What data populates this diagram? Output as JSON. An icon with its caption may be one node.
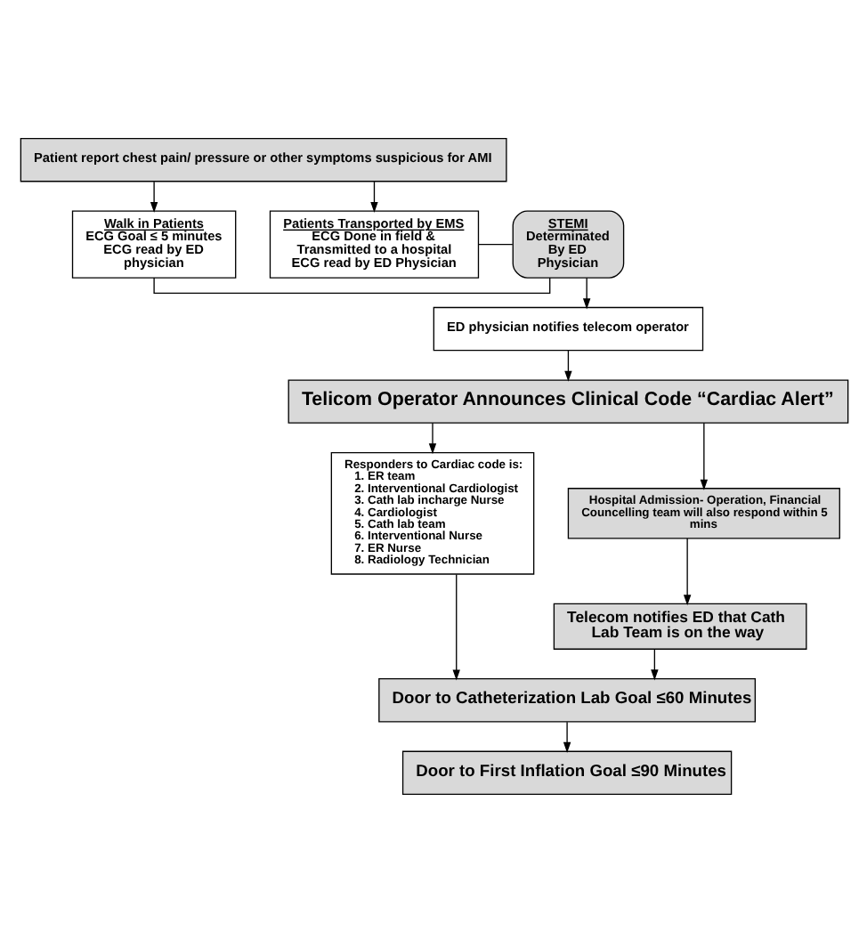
{
  "diagram": {
    "nodes": [
      {
        "text": [
          "Patient report chest pain/ pressure or other symptoms suspicious for AMI"
        ]
      },
      {
        "text": [
          "Walk in Patients",
          "ECG Goal ≤ 5 minutes",
          "ECG read by ED physician"
        ]
      },
      {
        "text": [
          "Patients Transported by EMS",
          "ECG Done in field & Transmitted to a hospital",
          "ECG read by ED Physician"
        ]
      },
      {
        "text": [
          "STEMI",
          "Determinated By ED Physician"
        ]
      },
      {
        "text": [
          "ED physician notifies telecom operator"
        ]
      },
      {
        "text": [
          "Telicom Operator Announces Clinical Code “Cardiac Alert”"
        ]
      },
      {
        "text": [
          "Responders to Cardiac code is:",
          "1. ER team",
          "2. Interventional Cardiologist",
          "3. Cath lab incharge Nurse",
          "4. Cardiologist",
          "5. Cath lab team",
          "6. Interventional Nurse",
          "7. ER Nurse",
          "8. Radiology Technician"
        ]
      },
      {
        "text": [
          "Hospital Admission- Operation, Financial Councelling team will also respond within 5 mins"
        ]
      },
      {
        "text": [
          "Telecom notifies ED that Cath Lab Team is on the way"
        ]
      },
      {
        "text": [
          "Door to Catheterization Lab Goal ≤60 Minutes"
        ]
      },
      {
        "text": [
          "Door to First Inflation Goal ≤90 Minutes"
        ]
      }
    ],
    "edges": [
      {
        "from": 0,
        "to": 1,
        "arrow": "to"
      },
      {
        "from": 0,
        "to": 2,
        "arrow": "to"
      },
      {
        "from": 1,
        "to": 3,
        "arrow": "none"
      },
      {
        "from": 2,
        "to": 3,
        "arrow": "none"
      },
      {
        "from": 3,
        "to": 4,
        "arrow": "to"
      },
      {
        "from": 4,
        "to": 5,
        "arrow": "to"
      },
      {
        "from": 5,
        "to": 6,
        "arrow": "to"
      },
      {
        "from": 5,
        "to": 7,
        "arrow": "to"
      },
      {
        "from": 7,
        "to": 8,
        "arrow": "to"
      },
      {
        "from": 6,
        "to": 9,
        "arrow": "to"
      },
      {
        "from": 8,
        "to": 9,
        "arrow": "to"
      },
      {
        "from": 9,
        "to": 10,
        "arrow": "to"
      }
    ]
  }
}
